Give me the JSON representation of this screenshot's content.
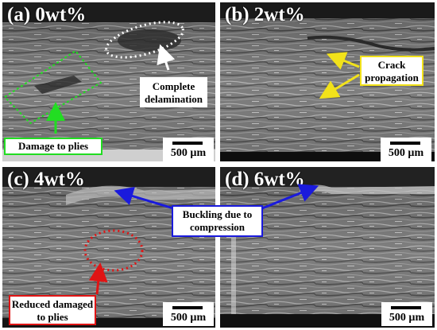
{
  "panels": [
    {
      "label": "(a) 0wt%",
      "scale": "500 µm"
    },
    {
      "label": "(b) 2wt%",
      "scale": "500 µm"
    },
    {
      "label": "(c) 4wt%",
      "scale": "500 µm"
    },
    {
      "label": "(d) 6wt%",
      "scale": "500 µm"
    }
  ],
  "annotations": {
    "complete_delamination": "Complete delamination",
    "damage_to_plies": "Damage to plies",
    "crack_propagation": "Crack propagation",
    "buckling": "Buckling due to compression",
    "reduced_damage": "Reduced damaged to plies"
  },
  "colors": {
    "white": "#ffffff",
    "green": "#22dd22",
    "yellow": "#f2e21a",
    "blue": "#1a1adc",
    "red": "#e01414"
  }
}
